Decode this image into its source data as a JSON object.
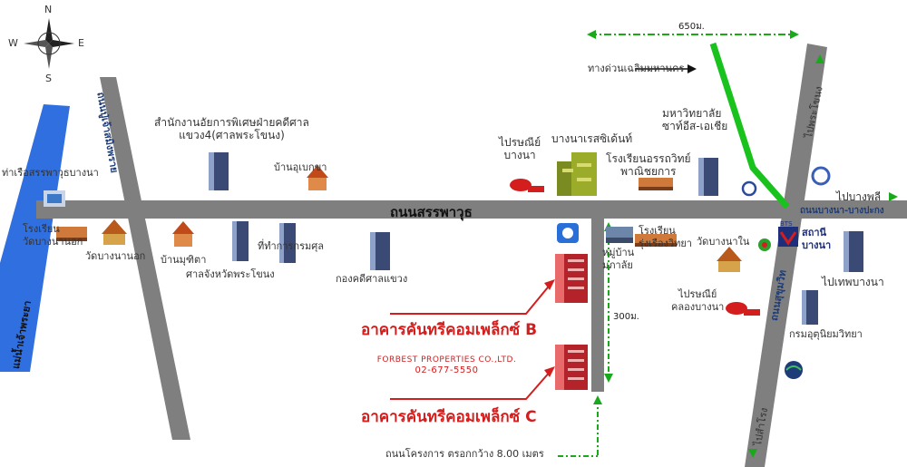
{
  "compass": {
    "n": "N",
    "s": "S",
    "e": "E",
    "w": "W"
  },
  "roads": {
    "main": "ถนนสรรพาวุธ",
    "bangna_trad": "ถนนบางนา-บางปะกง",
    "sukhumvit": "ถนนสุขุมวิท",
    "project_road": "ถนนโครงการ ตรอกกว้าง 8.00 เมตร",
    "river": "แม่น้ำเจ้าพระยา",
    "pu_chao": "ถนนปู่เจ้าสมิงพราย"
  },
  "directions": {
    "to_phra_khanong_top": "ไปพระโขนง",
    "to_bangphli": "ไปบางพลี",
    "to_samrong": "ไปสำโรง",
    "to_thepbangna": "ไปเทพบางนา"
  },
  "distances": {
    "top": "650ม.",
    "side": "300ม."
  },
  "landmarks": {
    "court_office": "สำนักงานอัยการพิเศษฝ่ายคดีศาล\nแขวง4(ศาลพระโขนง)",
    "pier": "ท่าเรือสรรพาวุธบางนา",
    "school_left": "โรงเรียน\nวัดบางนานอก",
    "temple_left": "วัดบางนานอก",
    "house_upekha": "บ้านอุเบกขา",
    "house_mutita": "บ้านมุฑิตา",
    "court_phra_khanong": "ศาลจังหวัดพระโขนง",
    "registry": "ที่ทำการกรมศุล",
    "court_district": "กองคดีศาลแขวง",
    "post_bangna": "ไปรษณีย์\nบางนา",
    "bangna_residence": "บางนาเรสซิเด้นท์",
    "school_banna": "โรงเรียนอรรถวิทย์\nพาณิชยการ",
    "university": "มหาวิทยาลัย\nซาท์อีส-เอเชีย",
    "expressway": "ทางด่วนเฉลิมมหานคร",
    "village": "หมู่บ้าน\nมภาลัย",
    "school_right": "โรงเรียน\nรุ่งเรืองวิทยา",
    "temple_right": "วัดบางนาใน",
    "post_right": "ไปรษณีย์\nคลองบางนา",
    "bts": "สถานี\nบางนา",
    "bts_tag": "BTS",
    "agriculture": "กรมอุตุนิยมวิทยา"
  },
  "project": {
    "building_b": "อาคารคันทรีคอมเพล็กซ์ B",
    "building_c": "อาคารคันทรีคอมเพล็กซ์ C",
    "company": "FORBEST PROPERTIES CO.,LTD.",
    "phone": "02-677-5550"
  },
  "colors": {
    "road": "#7f7f7f",
    "river": "#2f6fe0",
    "expressway": "#19c21d",
    "accent": "#d41d1d"
  }
}
